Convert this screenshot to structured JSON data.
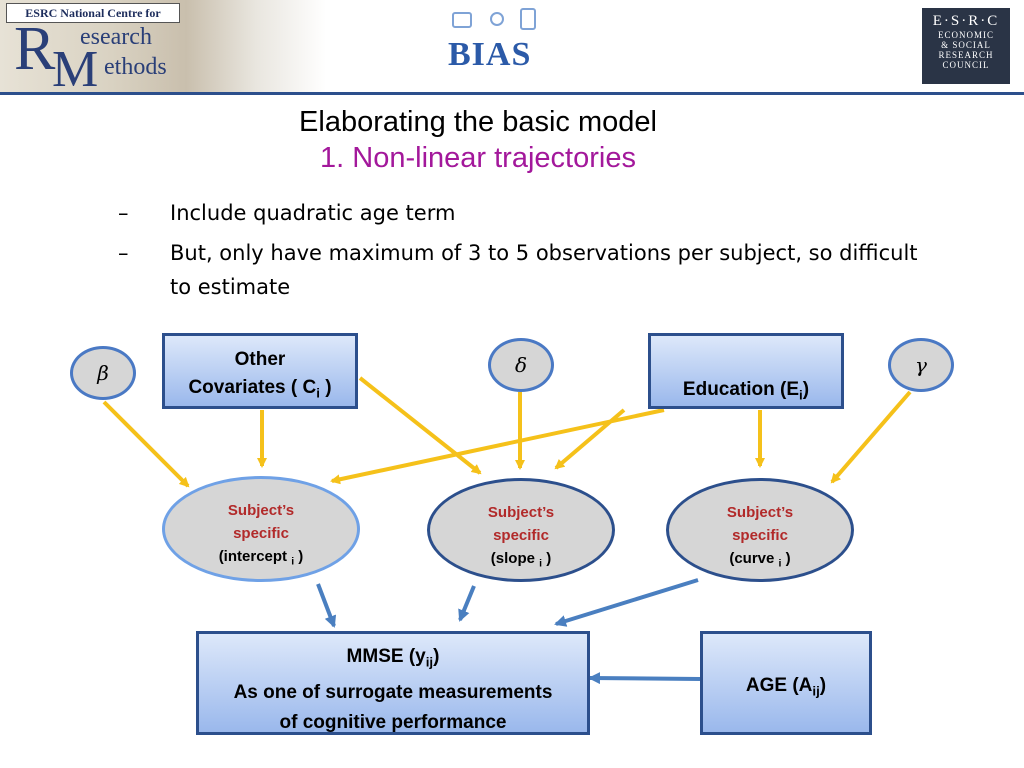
{
  "header": {
    "logo_left": {
      "top_line": "ESRC National Centre for",
      "big_r": "R",
      "word1": "esearch",
      "big_m": "M",
      "word2": "ethods"
    },
    "logo_center": {
      "text": "BIAS"
    },
    "logo_right": {
      "line1": "E·S·R·C",
      "line2": "ECONOMIC",
      "line3": "& SOCIAL",
      "line4": "RESEARCH",
      "line5": "COUNCIL"
    }
  },
  "title": "Elaborating the basic model",
  "subtitle": "1. Non-linear trajectories",
  "bullets": [
    {
      "dash": "–",
      "text": "Include quadratic age term"
    },
    {
      "dash": "–",
      "text": "But, only have maximum of 3 to 5 observations per subject, so difficult to estimate"
    }
  ],
  "diagram": {
    "params": {
      "beta": "β",
      "delta": "δ",
      "gamma": "γ"
    },
    "other_covariates": {
      "line1": "Other",
      "line2": "Covariates ( C",
      "sub": "i",
      "suffix": " )"
    },
    "education": {
      "text": "Education (E",
      "sub": "i",
      "suffix": ")"
    },
    "intercept": {
      "line1": "Subject’s",
      "line2": "specific",
      "line3": "(intercept ",
      "sub": "i",
      "suffix": " )"
    },
    "slope": {
      "line1": "Subject’s",
      "line2": "specific",
      "line3": "(slope ",
      "sub": "i",
      "suffix": " )"
    },
    "curve": {
      "line1": "Subject’s",
      "line2": "specific",
      "line3": "(curve ",
      "sub": "i",
      "suffix": " )"
    },
    "mmse": {
      "line1": "MMSE (y",
      "sub": "ij",
      "suffix": ")",
      "line2": "As one of surrogate measurements",
      "line3": "of  cognitive performance"
    },
    "age": {
      "text": "AGE (A",
      "sub": "ij",
      "suffix": ")"
    }
  },
  "colors": {
    "accent_blue": "#2c4f8c",
    "arrow_yellow": "#f5c11a",
    "arrow_blue": "#4a7fc0",
    "subtitle_magenta": "#a3189b",
    "subject_red": "#b22a2a"
  }
}
